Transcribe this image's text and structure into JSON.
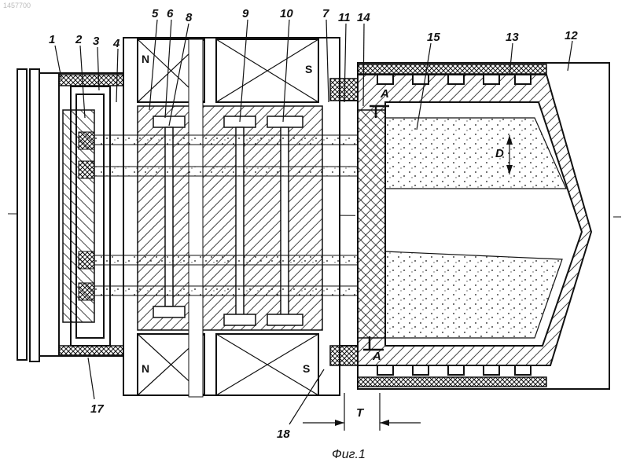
{
  "watermark": "1457700",
  "figure_caption": "Фиг.1",
  "labels": {
    "n1": "1",
    "n2": "2",
    "n3": "3",
    "n4": "4",
    "n5": "5",
    "n6": "6",
    "n7": "7",
    "n8": "8",
    "n9": "9",
    "n10": "10",
    "n11": "11",
    "n12": "12",
    "n13": "13",
    "n14": "14",
    "n15": "15",
    "n17": "17",
    "n18": "18"
  },
  "poles": {
    "north": "N",
    "south": "S"
  },
  "section_marks": {
    "a_top": "A",
    "a_bottom": "A"
  },
  "dimensions": {
    "t": "T",
    "d": "D"
  }
}
